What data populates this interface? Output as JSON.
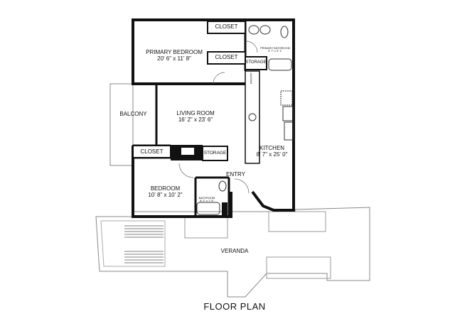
{
  "title": "FLOOR PLAN",
  "rooms": {
    "primary_bedroom": {
      "name": "PRIMARY BEDROOM",
      "dims": "20' 6\" x 11' 8\""
    },
    "primary_bathroom": {
      "name": "PRIMARY BATHROOM",
      "dims": "9' 7\" x 9' 1\""
    },
    "closet_1": {
      "name": "CLOSET"
    },
    "closet_2": {
      "name": "CLOSET"
    },
    "storage_1": {
      "name": "STORAGE"
    },
    "pantry": {
      "name": "PANTRY"
    },
    "balcony": {
      "name": "BALCONY"
    },
    "living_room": {
      "name": "LIVING ROOM",
      "dims": "16' 2\" x 23' 6\""
    },
    "closet_3": {
      "name": "CLOSET"
    },
    "storage_2": {
      "name": "STORAGE"
    },
    "kitchen": {
      "name": "KITCHEN",
      "dims": "8' 7\" x 25' 0\""
    },
    "entry": {
      "name": "ENTRY"
    },
    "bedroom": {
      "name": "BEDROOM",
      "dims": "10' 8\" x 10' 2\""
    },
    "bathroom": {
      "name": "BATHROOM",
      "dims": "6' 2\" x 7' 5\""
    },
    "veranda": {
      "name": "VERANDA"
    }
  }
}
